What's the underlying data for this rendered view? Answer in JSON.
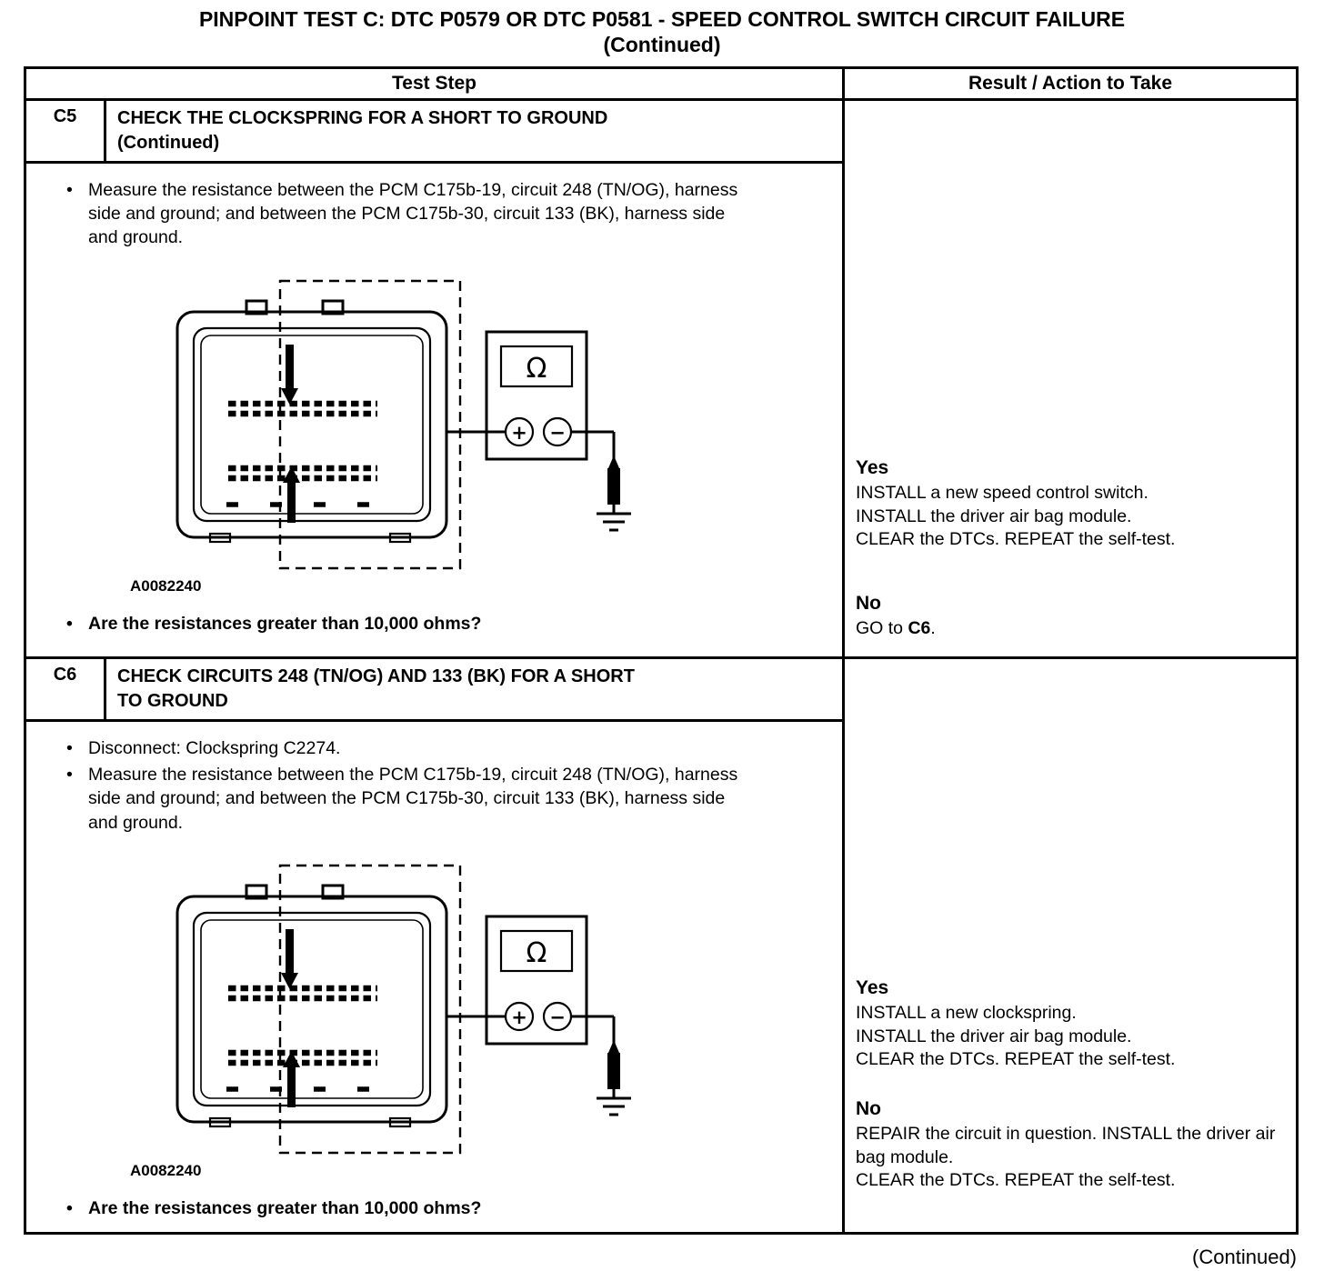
{
  "page": {
    "title": "PINPOINT TEST  C: DTC P0579 OR DTC P0581 - SPEED CONTROL SWITCH CIRCUIT FAILURE",
    "subtitle": "(Continued)",
    "footer": "(Continued)"
  },
  "table": {
    "headers": {
      "test_step": "Test Step",
      "result": "Result / Action to Take"
    },
    "rows": [
      {
        "id": "C5",
        "title_lines": [
          "CHECK THE CLOCKSPRING FOR A SHORT TO GROUND",
          "(Continued)"
        ],
        "bullets": [
          "Measure the resistance between the PCM C175b-19, circuit 248 (TN/OG), harness side and ground; and between the PCM C175b-30, circuit 133 (BK), harness side and ground."
        ],
        "figure_label": "A0082240",
        "question": "Are the resistances greater than 10,000 ohms?",
        "result": {
          "yes_label": "Yes",
          "yes_lines": [
            "INSTALL a new speed control switch.",
            "INSTALL the driver air bag module.",
            "CLEAR the DTCs. REPEAT the self-test."
          ],
          "no_label": "No",
          "no_go_prefix": "GO to ",
          "no_go_target": "C6",
          "no_go_suffix": "."
        }
      },
      {
        "id": "C6",
        "title_lines": [
          "CHECK CIRCUITS 248 (TN/OG) AND 133 (BK) FOR A SHORT",
          "TO GROUND"
        ],
        "bullets": [
          "Disconnect: Clockspring C2274.",
          "Measure the resistance between the PCM C175b-19, circuit 248 (TN/OG), harness side and ground; and between the PCM C175b-30, circuit 133 (BK), harness side and ground."
        ],
        "figure_label": "A0082240",
        "question": "Are the resistances greater than 10,000 ohms?",
        "result": {
          "yes_label": "Yes",
          "yes_lines": [
            "INSTALL a new clockspring.",
            "INSTALL the driver air bag module.",
            "CLEAR the DTCs. REPEAT the self-test."
          ],
          "no_label": "No",
          "no_lines": [
            "REPAIR the circuit in question. INSTALL the driver air bag module.",
            "CLEAR the DTCs. REPEAT the self-test."
          ]
        }
      }
    ]
  },
  "diagram": {
    "meter_symbol": "Ω",
    "plus": "+",
    "minus": "−"
  }
}
